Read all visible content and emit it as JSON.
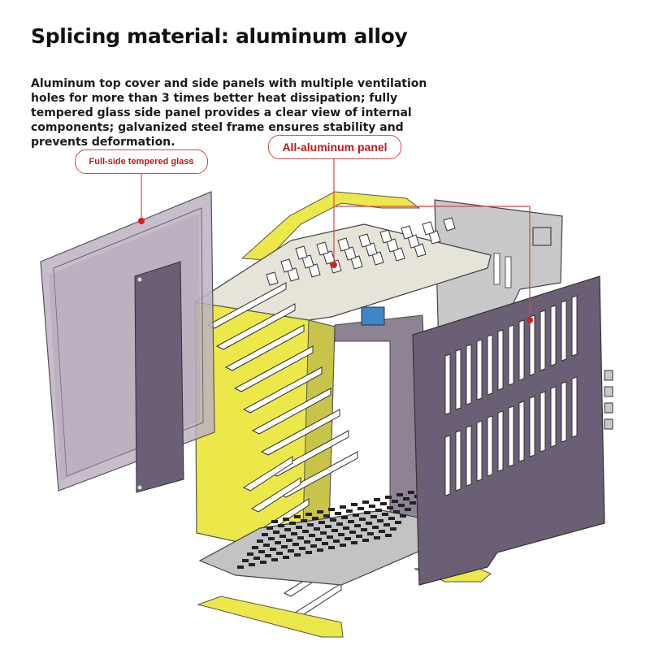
{
  "title": "Splicing material: aluminum alloy",
  "description": "Aluminum top cover and side panels with multiple ventilation holes for more than 3 times better heat dissipation; fully tempered glass side panel provides a clear view of internal components; galvanized steel frame ensures stability and prevents deformation.",
  "callouts": {
    "glass": "Full-side tempered glass",
    "aluminum_panel": "All-aluminum panel"
  },
  "colors": {
    "accent_yellow": "#ece84a",
    "panel_purple": "#6a5f74",
    "glass_tint": "#a89ab0",
    "callout_red": "#c01818"
  }
}
